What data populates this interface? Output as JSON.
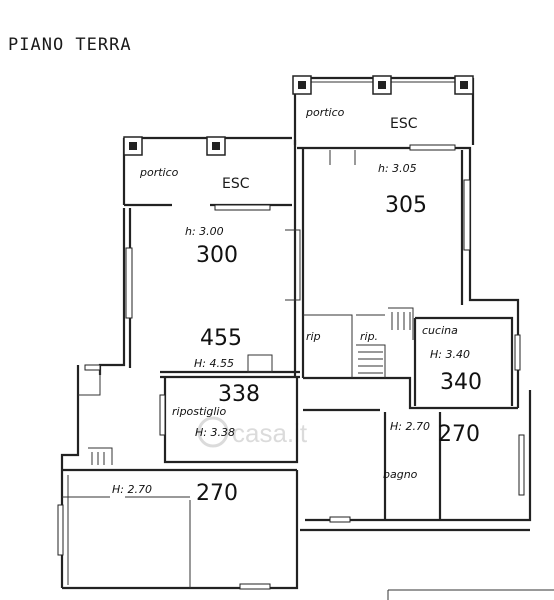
{
  "title": "PIANO TERRA",
  "watermark": "casa.it",
  "rooms": {
    "portico_right": {
      "name": "portico",
      "tag": "ESC"
    },
    "portico_left": {
      "name": "portico",
      "tag": "ESC"
    },
    "room_305": {
      "height": "h: 3.05",
      "area": "305"
    },
    "room_300": {
      "height": "h: 3.00",
      "area": "300"
    },
    "room_455": {
      "height": "H: 4.55",
      "area": "455"
    },
    "rip1": {
      "name": "rip"
    },
    "rip2": {
      "name": "rip."
    },
    "cucina": {
      "name": "cucina",
      "height": "H: 3.40",
      "area": "340"
    },
    "ripostiglio": {
      "name": "ripostiglio",
      "height": "H: 3.38",
      "area": "338"
    },
    "bagno_area": {
      "height": "H: 2.70",
      "area": "270"
    },
    "bagno": {
      "name": "bagno"
    },
    "bottom_room": {
      "height": "H: 2.70",
      "area": "270"
    }
  },
  "colors": {
    "ink": "#1a1a1a",
    "watermark": "#d8d8d8",
    "paper": "#ffffff"
  }
}
